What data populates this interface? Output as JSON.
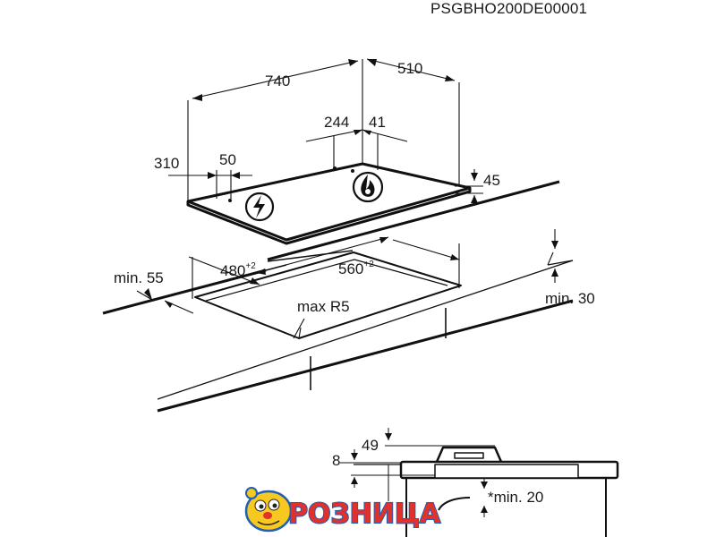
{
  "document_code": "PSGBHO200DE00001",
  "dimensions": {
    "width_740": "740",
    "depth_510": "510",
    "d_244": "244",
    "d_41": "41",
    "d_310": "310",
    "d_50": "50",
    "height_45": "45",
    "min_55": "min. 55",
    "cutout_width": "480",
    "cutout_width_tol": "+2",
    "cutout_depth": "560",
    "cutout_depth_tol": "+2",
    "max_r5": "max R5",
    "min_30": "min. 30"
  },
  "section_detail": {
    "d_8": "8",
    "d_49": "49",
    "min_20": "*min. 20"
  },
  "icons": {
    "electric": "electric-symbol-icon",
    "gas": "gas-flame-icon"
  },
  "watermark": {
    "text": "РОЗНИЦА",
    "colors": {
      "text": "#e0312c",
      "outline": "#1f5fb5",
      "mascot": "#f7c81f"
    }
  }
}
